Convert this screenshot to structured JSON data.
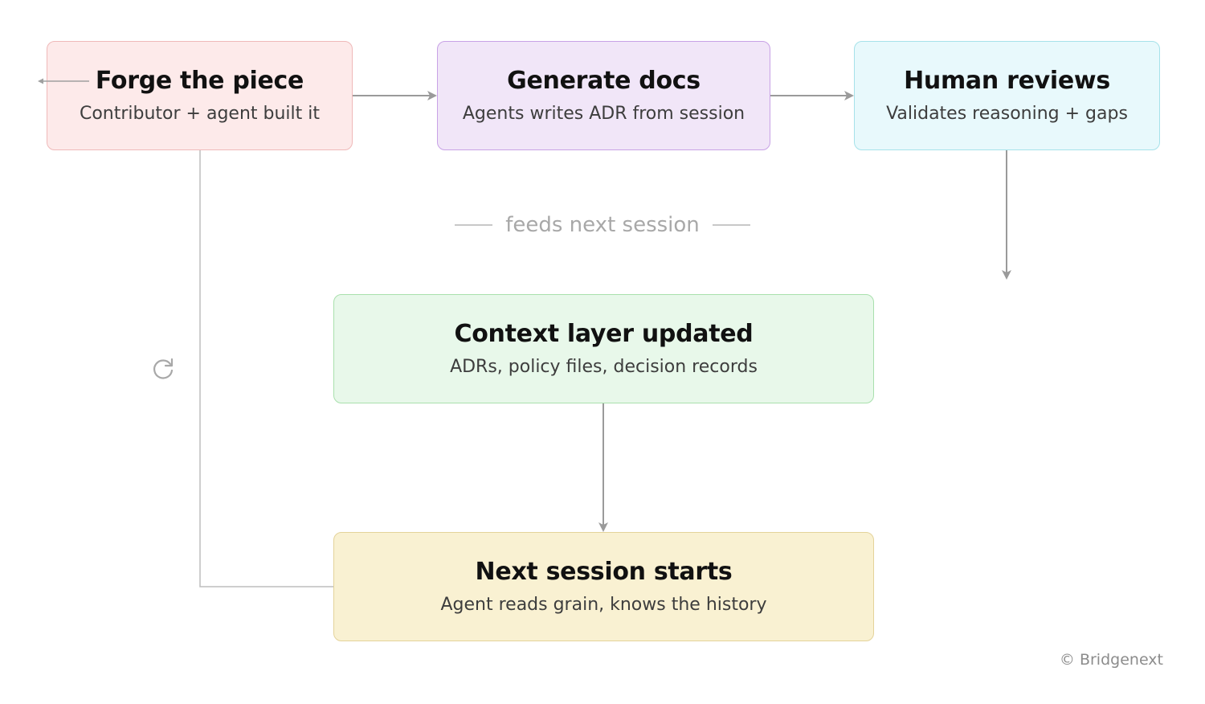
{
  "nodes": {
    "forge": {
      "title": "Forge the piece",
      "subtitle": "Contributor + agent built it",
      "fill": "#fdeaea",
      "stroke": "#efb9b9"
    },
    "generate": {
      "title": "Generate docs",
      "subtitle": "Agents writes ADR from session",
      "fill": "#f1e6f8",
      "stroke": "#c8a2e6"
    },
    "human": {
      "title": "Human reviews",
      "subtitle": "Validates reasoning + gaps",
      "fill": "#e8f9fc",
      "stroke": "#a6e2ea"
    },
    "context": {
      "title": "Context layer updated",
      "subtitle": "ADRs, policy files, decision records",
      "fill": "#e8f8ea",
      "stroke": "#a9e0ad"
    },
    "next": {
      "title": "Next session starts",
      "subtitle": "Agent reads grain, knows the history",
      "fill": "#f9f1d2",
      "stroke": "#e4d39a"
    }
  },
  "loop_label": "feeds next session",
  "footer": "© Bridgenext",
  "colors": {
    "connector": "#9a9a9a",
    "loop_line": "#bdbdbd",
    "muted_text": "#a8a8a8"
  },
  "icons": {
    "loop": "refresh-icon",
    "incoming": "arrow-left-icon"
  }
}
